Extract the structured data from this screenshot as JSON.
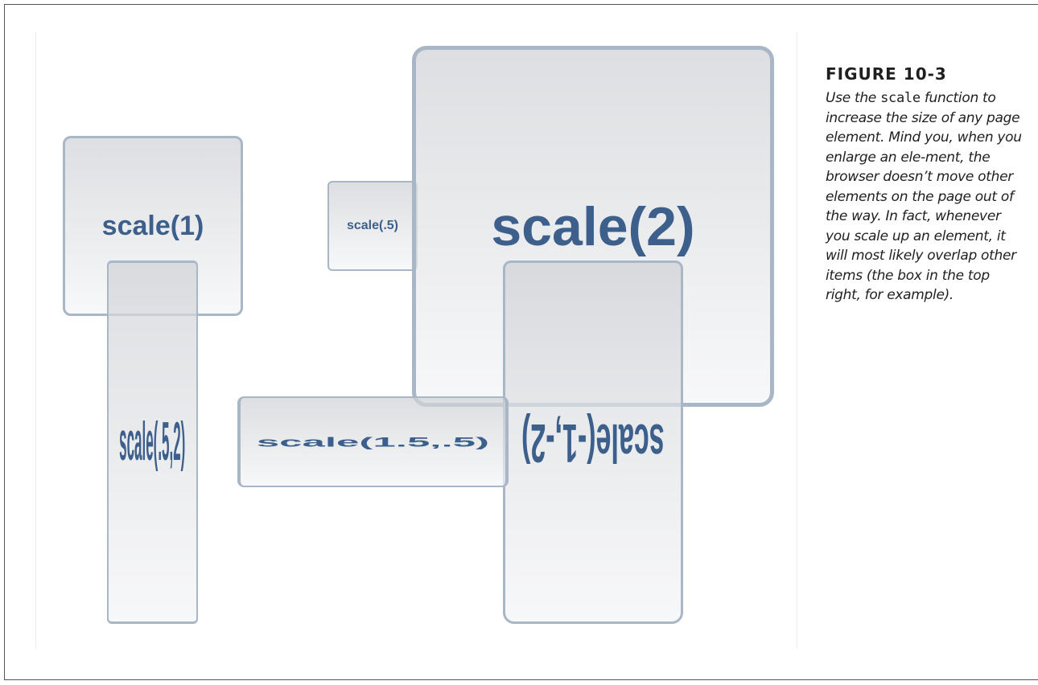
{
  "figure": {
    "title": "FIGURE 10-3",
    "caption_before": "Use the ",
    "caption_code": "scale",
    "caption_after": " function to increase the size of any page element. Mind you, when you enlarge an ele-ment, the browser doesn’t move other elements on the page out of the way. In fact, whenever you scale up an element, it will most likely overlap other items (the box in the top right, for example)."
  },
  "boxes": {
    "scale_1": "scale(1)",
    "scale_half": "scale(.5)",
    "scale_2": "scale(2)",
    "scale_half_2": "scale(.5,2)",
    "scale_1_5_half": "scale(1.5,.5)",
    "scale_neg": "scale(-1,-2)"
  },
  "colors": {
    "label": "#3d5f8b",
    "box_border": "#a9b6c6"
  }
}
